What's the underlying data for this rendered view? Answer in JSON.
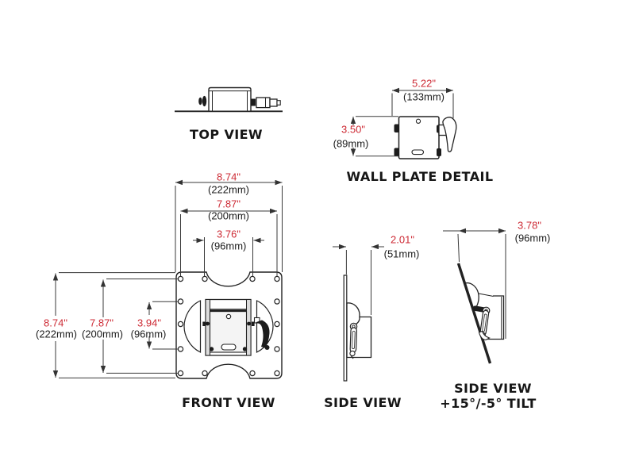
{
  "diagram_title": "TV wall mount dimension drawing",
  "colors": {
    "dimension_inch_text": "#cd2a34",
    "dimension_mm_text": "#1c1c1c",
    "ink": "#222222"
  },
  "views": {
    "top": {
      "label": "TOP VIEW"
    },
    "wall_plate": {
      "label": "WALL PLATE DETAIL",
      "width_in": "5.22\"",
      "width_mm": "(133mm)",
      "height_in": "3.50\"",
      "height_mm": "(89mm)"
    },
    "front": {
      "label": "FRONT VIEW",
      "top_dims": [
        {
          "in": "8.74\"",
          "mm": "(222mm)"
        },
        {
          "in": "7.87\"",
          "mm": "(200mm)"
        },
        {
          "in": "3.76\"",
          "mm": "(96mm)"
        }
      ],
      "left_dims": [
        {
          "in": "8.74\"",
          "mm": "(222mm)"
        },
        {
          "in": "7.87\"",
          "mm": "(200mm)"
        },
        {
          "in": "3.94\"",
          "mm": "(96mm)"
        }
      ]
    },
    "side": {
      "label": "SIDE VIEW",
      "depth_in": "2.01\"",
      "depth_mm": "(51mm)"
    },
    "side_tilt": {
      "label_line1": "SIDE VIEW",
      "label_line2": "+15°/-5° TILT",
      "height_in": "3.78\"",
      "height_mm": "(96mm)"
    }
  }
}
